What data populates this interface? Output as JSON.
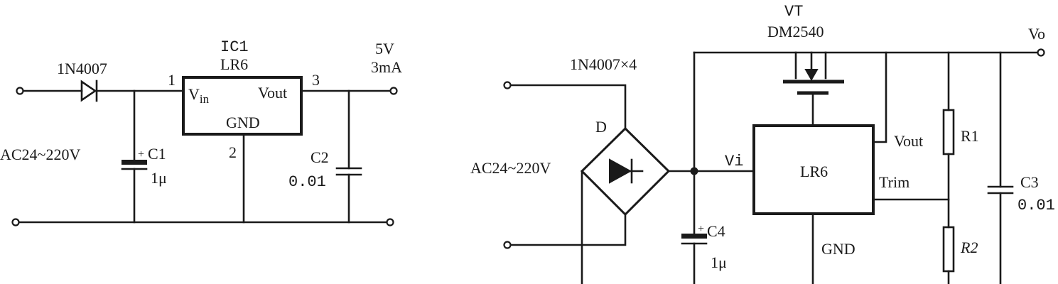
{
  "left_circuit": {
    "diode_label": "1N4007",
    "ic_ref": "IC1",
    "ic_part": "LR6",
    "pin_vin_main": "V",
    "pin_vin_sub": "in",
    "pin_vout": "Vout",
    "pin_gnd": "GND",
    "pin1": "1",
    "pin2": "2",
    "pin3": "3",
    "output_voltage": "5V",
    "output_current": "3mA",
    "input_label": "AC24~220V",
    "c1_ref": "C1",
    "c1_value": "1μ",
    "c1_polarity": "+",
    "c2_ref": "C2",
    "c2_value": "0.01"
  },
  "right_circuit": {
    "transistor_ref": "VT",
    "transistor_part": "DM2540",
    "output_label": "Vo",
    "bridge_label": "1N4007×4",
    "bridge_ref": "D",
    "input_label": "AC24~220V",
    "pin_vi": "Vi",
    "ic_part": "LR6",
    "pin_vout": "Vout",
    "pin_trim": "Trim",
    "pin_gnd": "GND",
    "r1_ref": "R1",
    "r2_ref": "R2",
    "c3_ref": "C3",
    "c3_value": "0.01",
    "c4_ref": "C4",
    "c4_value": "1μ",
    "c4_polarity": "+"
  }
}
